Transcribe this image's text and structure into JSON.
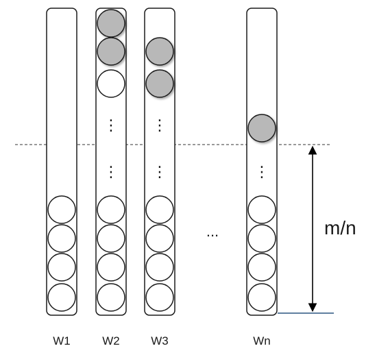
{
  "diagram": {
    "columns": [
      {
        "label": "W1",
        "top_balls": [],
        "top_dots": false,
        "mid_dots": false,
        "bottom_balls": 4
      },
      {
        "label": "W2",
        "top_balls": [
          "filled",
          "filled",
          "empty"
        ],
        "top_dots": true,
        "mid_dots": true,
        "bottom_balls": 4
      },
      {
        "label": "W3",
        "top_balls": [
          null,
          "filled",
          "filled"
        ],
        "top_dots": true,
        "mid_dots": true,
        "bottom_balls": 4
      },
      {
        "label": "Wn",
        "top_balls": [
          "filled"
        ],
        "top_dots": false,
        "mid_dots": true,
        "bottom_balls": 4
      }
    ],
    "gap_ellipsis": "...",
    "vertical_dots": "⋮",
    "measure_label": "m/n",
    "colors": {
      "outline": "#1a1a1a",
      "ball_filled": "#b8b8b8",
      "ball_empty": "#ffffff",
      "dashed_line": "#333333",
      "baseline": "#2a5580"
    }
  }
}
